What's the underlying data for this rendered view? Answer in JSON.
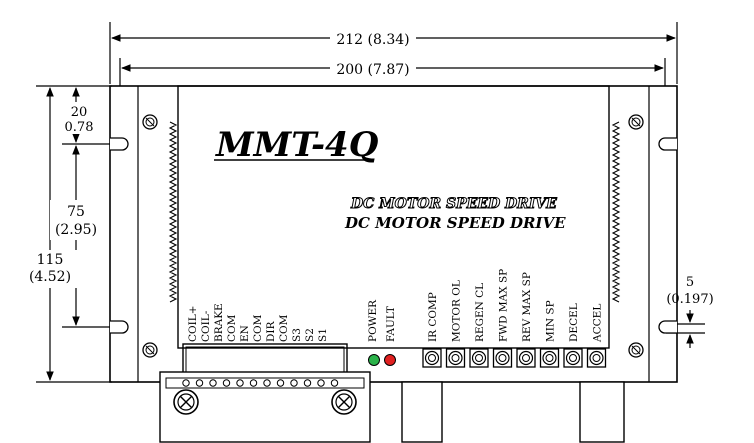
{
  "dimensions": {
    "overall_width": "212 (8.34)",
    "mount_width": "200 (7.87)",
    "top_offset_mm": "20",
    "top_offset_in": "0.78",
    "mid_span_mm": "75",
    "mid_span_in": "(2.95)",
    "height_mm": "115",
    "height_in": "(4.52)",
    "slot_mm": "5",
    "slot_in": "(0.197)"
  },
  "model": "MMT-4Q",
  "subtitle_outline": "DC MOTOR SPEED DRIVE",
  "subtitle": "DC MOTOR SPEED DRIVE",
  "terminals": [
    "COIL+",
    "COIL-",
    "BRAKE",
    "COM",
    "EN",
    "COM",
    "DIR",
    "COM",
    "S3",
    "S2",
    "S1"
  ],
  "indicators": [
    {
      "label": "POWER",
      "color": "#2bb34a"
    },
    {
      "label": "FAULT",
      "color": "#e02020"
    }
  ],
  "pots": [
    "IR COMP",
    "MOTOR OL",
    "REGEN CL",
    "FWD MAX SP",
    "REV MAX SP",
    "MIN SP",
    "DECEL",
    "ACCEL"
  ]
}
